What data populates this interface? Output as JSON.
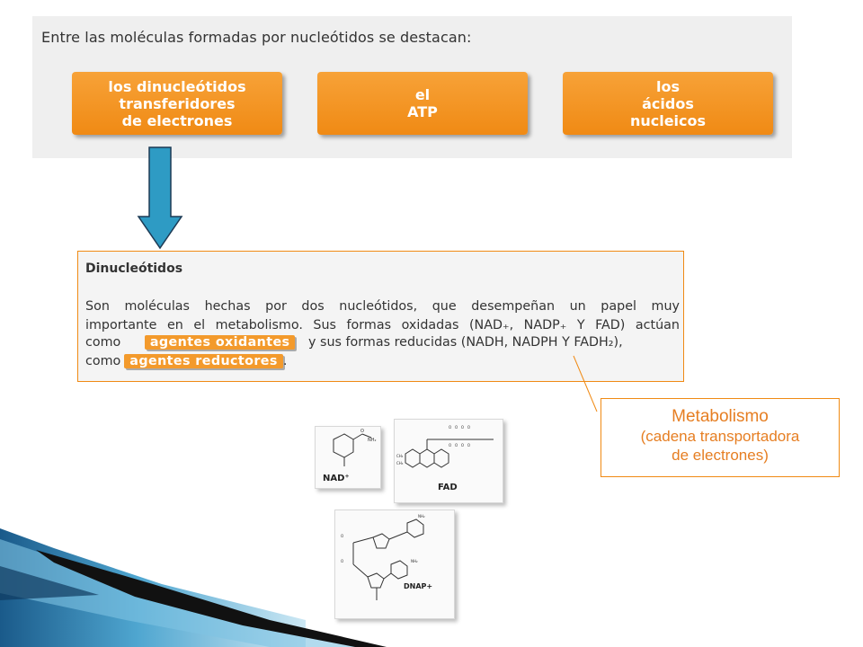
{
  "top_panel": {
    "title": "Entre las moléculas formadas por nucleótidos se destacan:",
    "boxes": [
      {
        "lines": [
          "los dinucleótidos",
          "transferidores",
          "de electrones"
        ]
      },
      {
        "lines": [
          "el",
          "ATP"
        ]
      },
      {
        "lines": [
          "los",
          "ácidos",
          "nucleicos"
        ]
      }
    ]
  },
  "info": {
    "heading": "Dinucleótidos",
    "line1": "Son moléculas hechas por dos nucleótidos, que desempeñan un papel muy",
    "line2": "importante en el metabolismo. Sus formas oxidadas (NAD₊, NADP₊ Y FAD) actúan",
    "line3_pre": "como",
    "highlight_oxid": "agentes oxidantes",
    "line3_post": "y sus formas reducidas (NADH, NADPH Y FADH₂),",
    "line4_pre": "como",
    "highlight_red": "agentes reductores",
    "line4_post": "."
  },
  "callout": {
    "title": "Metabolismo",
    "sub1": "(cadena transportadora",
    "sub2": "de electrones)"
  },
  "molecules": {
    "nad_label": "NAD⁺",
    "fad_label": "FAD",
    "dnap_label": "DNAP+"
  },
  "colors": {
    "orange": "#f08a14",
    "arrow_blue": "#2e9bc4",
    "callout_text": "#e67e22"
  }
}
